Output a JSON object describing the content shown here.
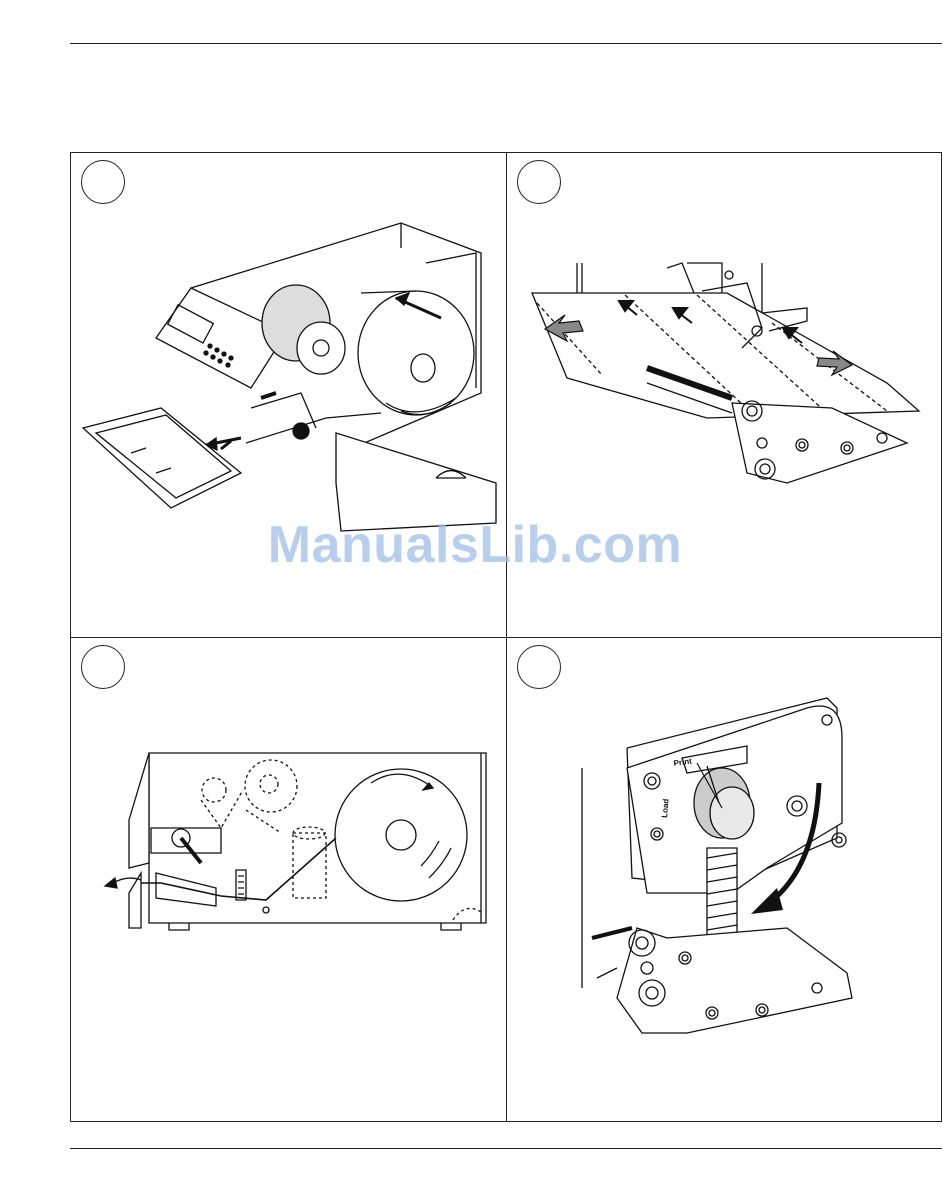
{
  "watermark": "ManualsLib.com",
  "figure4": {
    "print_label": "Print",
    "load_label": "Load"
  }
}
